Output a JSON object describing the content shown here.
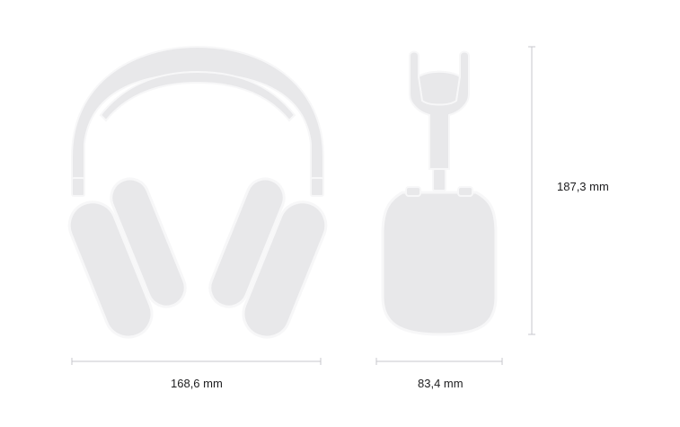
{
  "dimensions": {
    "width_label": "168,6 mm",
    "depth_label": "83,4 mm",
    "height_label": "187,3 mm"
  },
  "colors": {
    "background": "#ffffff",
    "product_fill": "#e8e8ea",
    "product_outline": "#f7f7f8",
    "dimension_line": "#c7c7cc",
    "text": "#1d1d1f"
  }
}
